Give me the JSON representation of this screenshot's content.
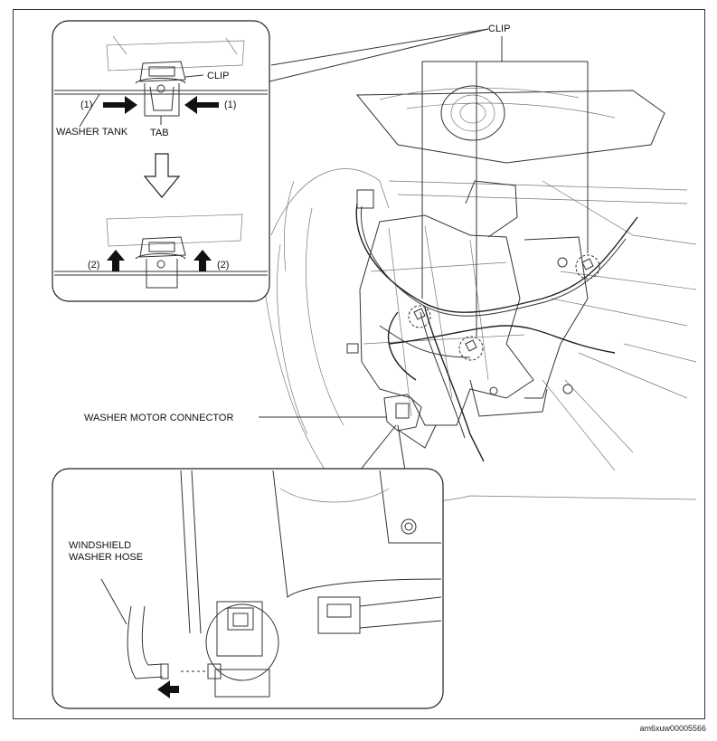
{
  "labels": {
    "clip_top": "CLIP",
    "clip_inset": "CLIP",
    "washer_tank": "WASHER TANK",
    "tab": "TAB",
    "step1_left": "(1)",
    "step1_right": "(1)",
    "step2_left": "(2)",
    "step2_right": "(2)",
    "washer_motor_connector": "WASHER MOTOR CONNECTOR",
    "windshield_line1": "WINDSHIELD",
    "windshield_line2": "WASHER HOSE"
  },
  "figure_code": "am6xuw00005566",
  "colors": {
    "line": "#333333",
    "arrow": "#111111",
    "background": "#ffffff"
  }
}
